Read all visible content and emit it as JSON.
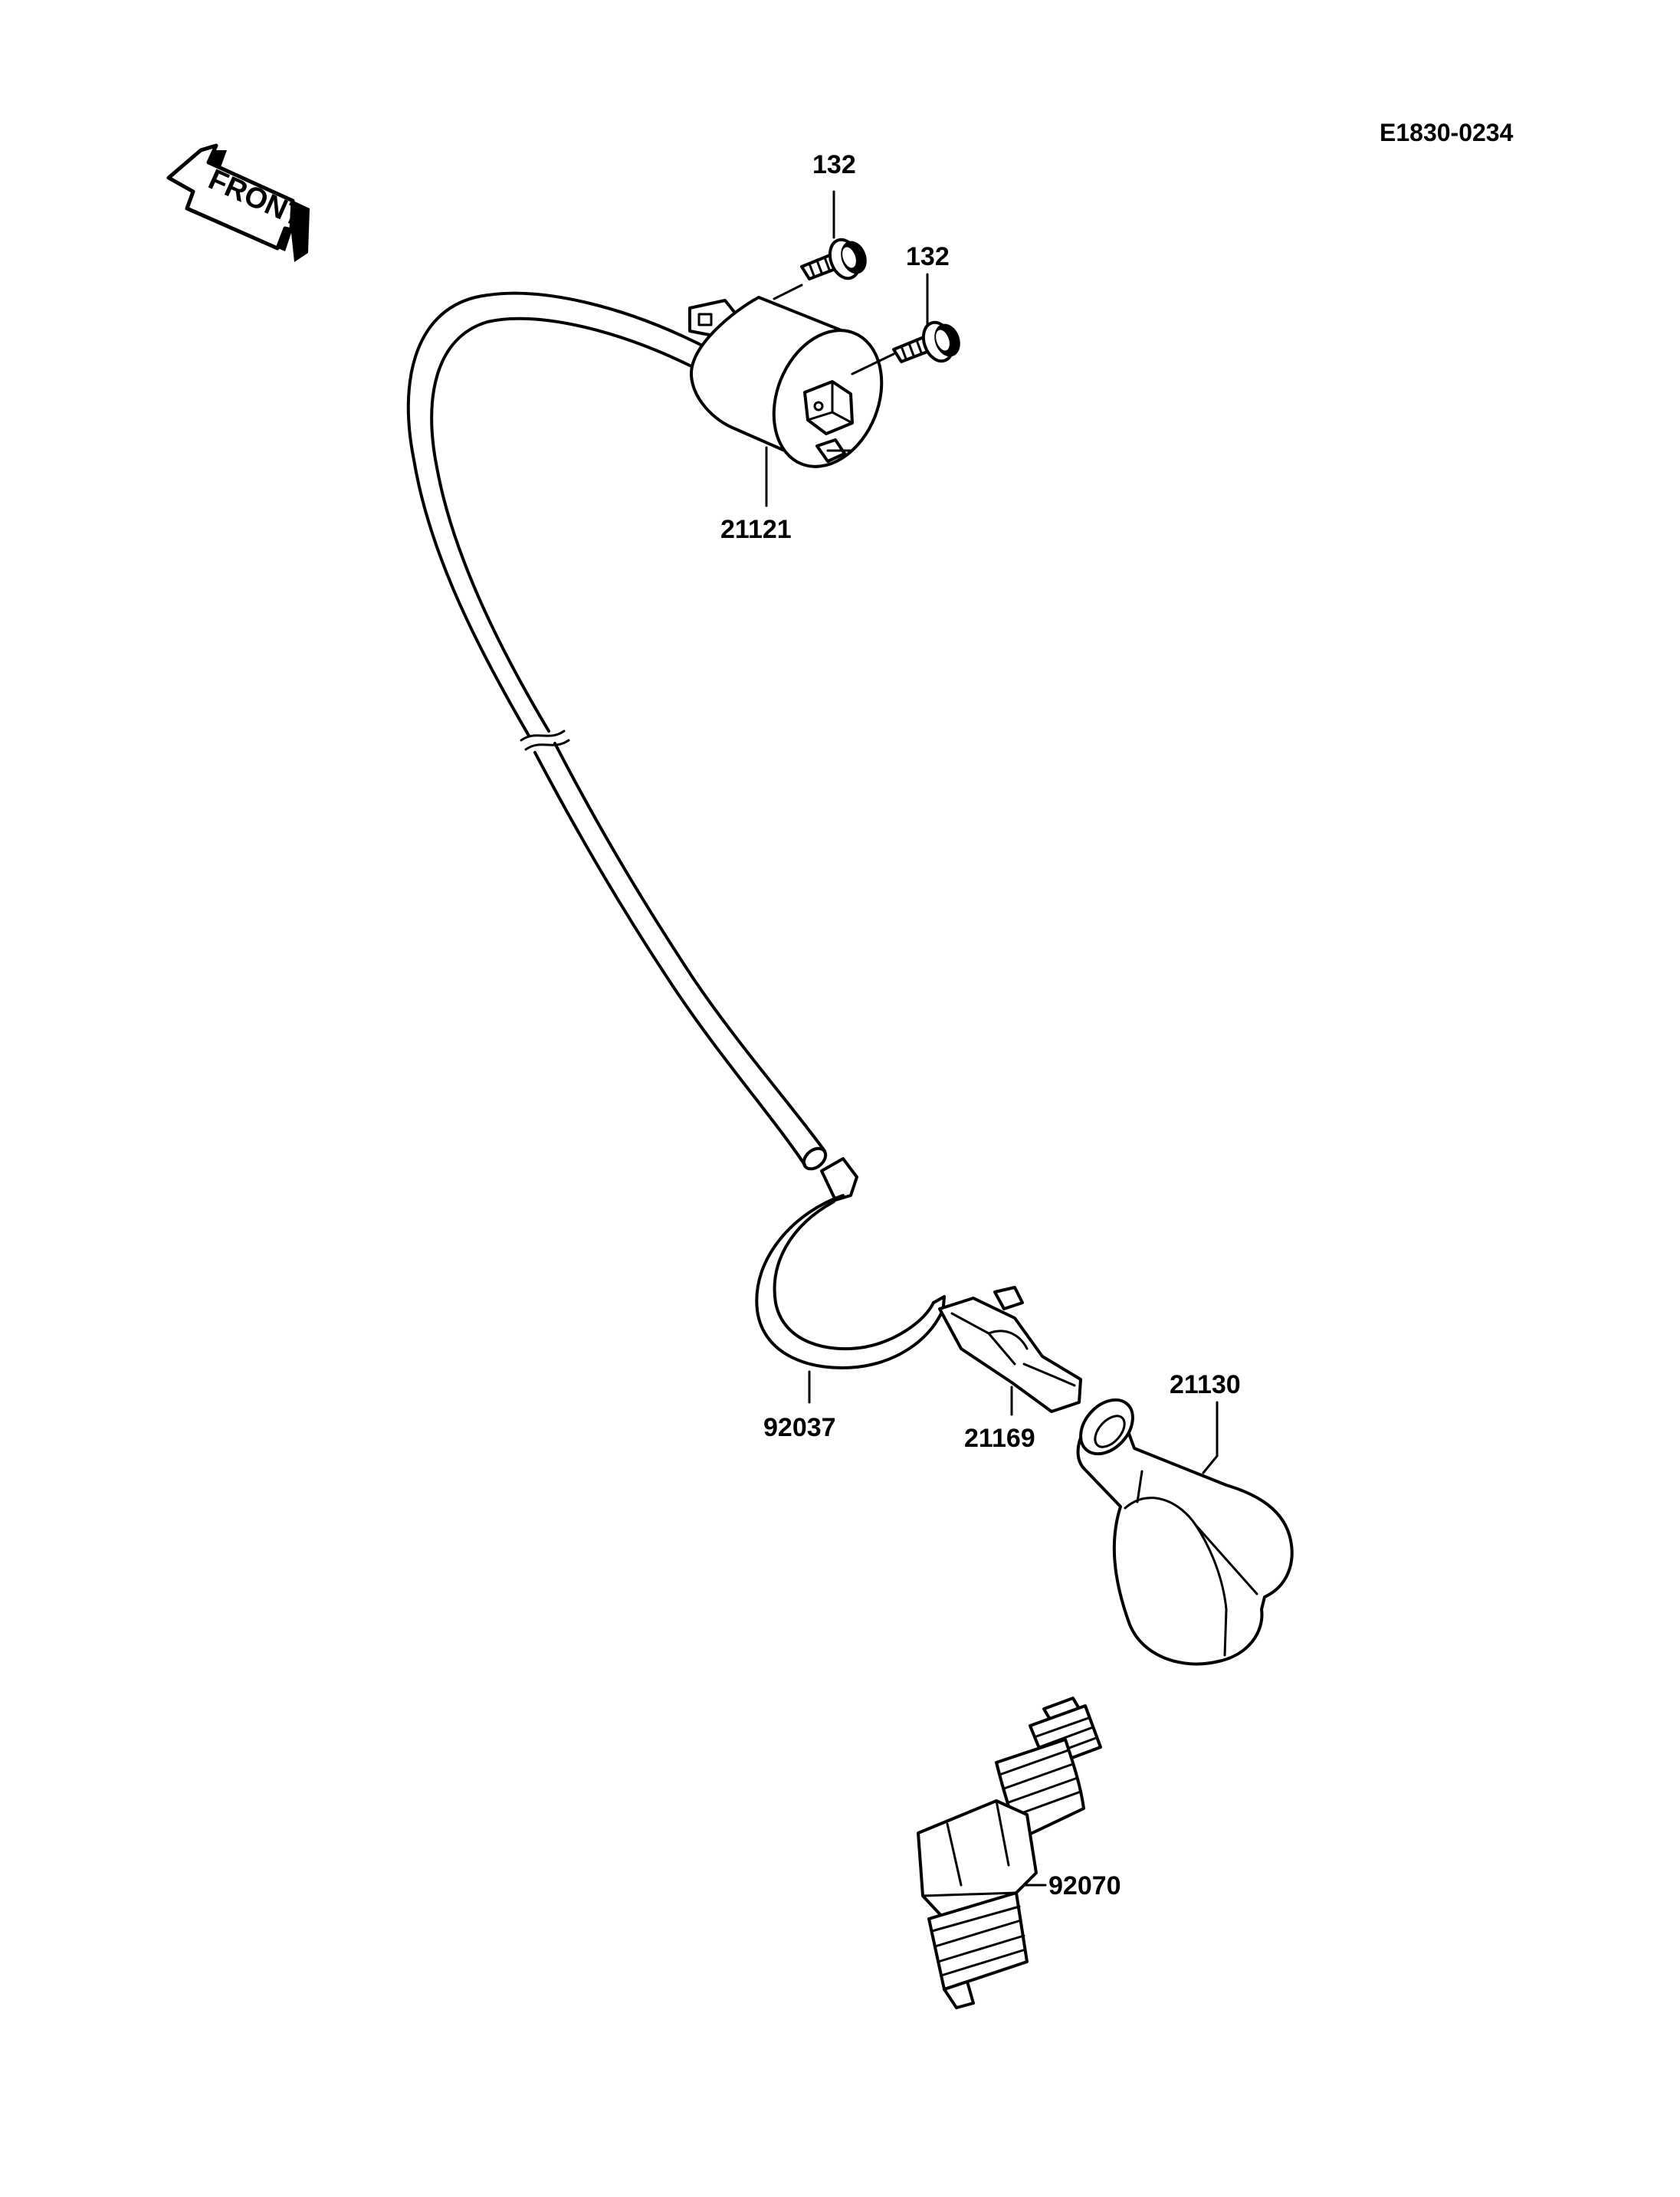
{
  "reference_code": "E1830-0234",
  "front_indicator": "FRONT",
  "parts": {
    "bolt_upper": "132",
    "bolt_lower": "132",
    "ignition_coil": "21121",
    "plug_cap": "21130",
    "clamp": "92037",
    "connector": "21169",
    "spark_plug": "92070"
  }
}
